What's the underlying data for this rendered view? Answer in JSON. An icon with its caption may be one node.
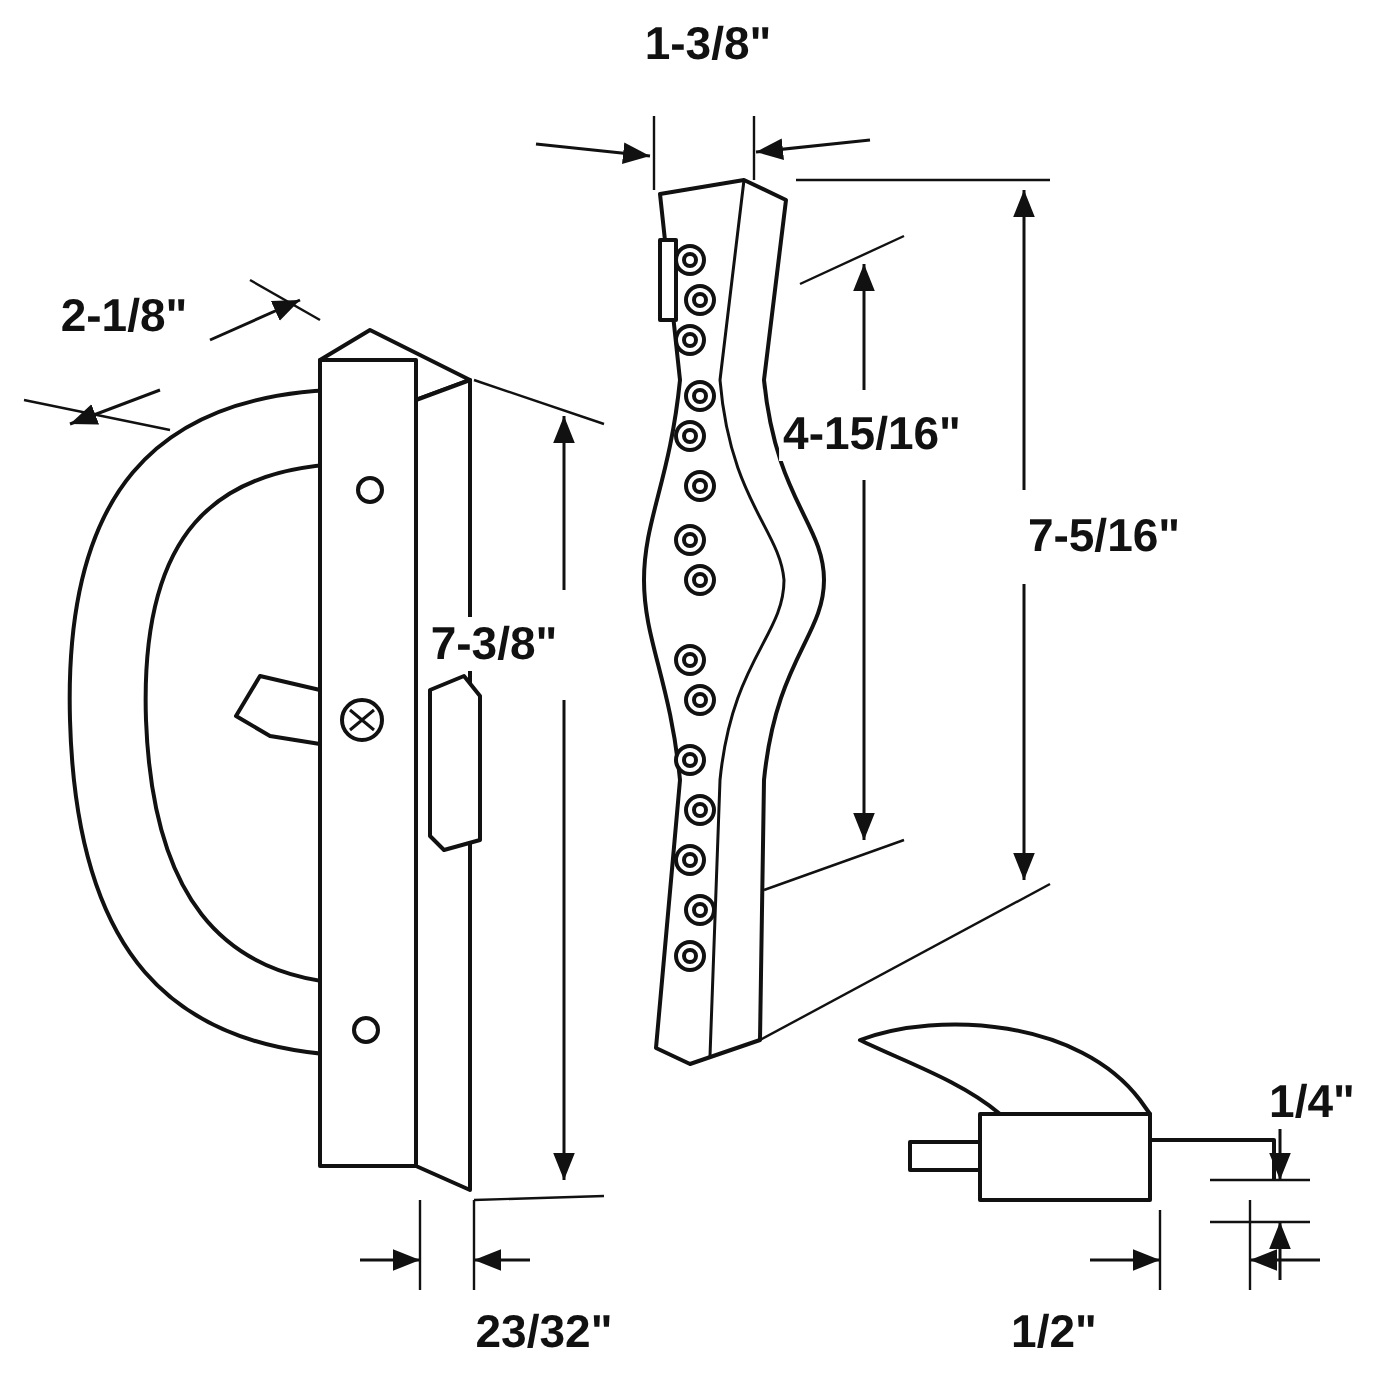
{
  "diagram": {
    "labels": [
      "1-3/8\"",
      "2-1/8\"",
      "4-15/16\"",
      "7-3/8\"",
      "7-5/16\"",
      "1/4\"",
      "23/32\"",
      "1/2\""
    ]
  }
}
